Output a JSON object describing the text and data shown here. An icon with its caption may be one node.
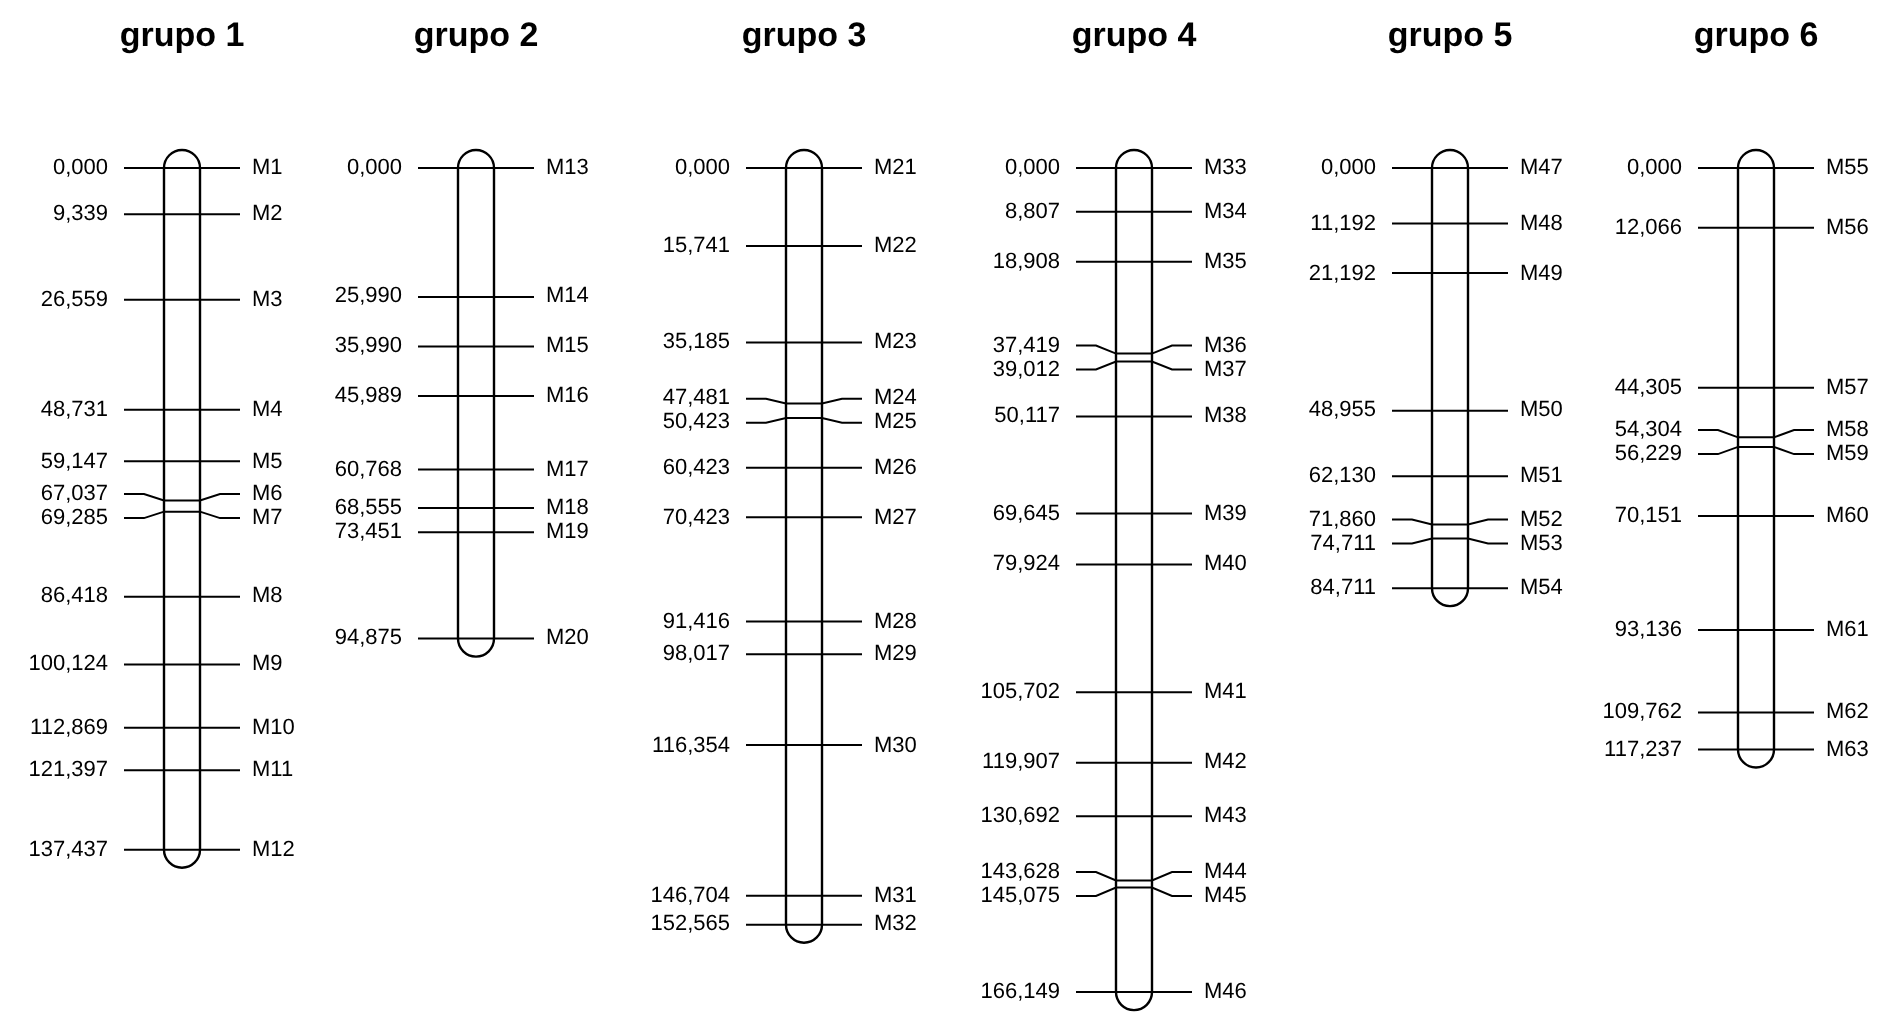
{
  "diagram": {
    "nodes": [
      {
        "text": [
          "grupo 1"
        ],
        "beside": [
          "0,000",
          "M1",
          "9,339",
          "M2",
          "26,559",
          "M3",
          "48,731",
          "M4",
          "59,147",
          "M5",
          "67,037",
          "M6",
          "69,285",
          "M7",
          "86,418",
          "M8",
          "100,124",
          "M9",
          "112,869",
          "M10",
          "121,397",
          "M11",
          "137,437",
          "M12"
        ]
      },
      {
        "text": [
          "grupo 2"
        ],
        "beside": [
          "0,000",
          "M13",
          "25,990",
          "M14",
          "35,990",
          "M15",
          "45,989",
          "M16",
          "60,768",
          "M17",
          "68,555",
          "M18",
          "73,451",
          "M19",
          "94,875",
          "M20"
        ]
      },
      {
        "text": [
          "grupo 3"
        ],
        "beside": [
          "0,000",
          "M21",
          "15,741",
          "M22",
          "35,185",
          "M23",
          "47,481",
          "M24",
          "50,423",
          "M25",
          "60,423",
          "M26",
          "70,423",
          "M27",
          "91,416",
          "M28",
          "98,017",
          "M29",
          "116,354",
          "M30",
          "146,704",
          "M31",
          "152,565",
          "M32"
        ]
      },
      {
        "text": [
          "grupo 4"
        ],
        "beside": [
          "0,000",
          "M33",
          "8,807",
          "M34",
          "18,908",
          "M35",
          "37,419",
          "M36",
          "39,012",
          "M37",
          "50,117",
          "M38",
          "69,645",
          "M39",
          "79,924",
          "M40",
          "105,702",
          "M41",
          "119,907",
          "M42",
          "130,692",
          "M43",
          "143,628",
          "M44",
          "145,075",
          "M45",
          "166,149",
          "M46"
        ]
      },
      {
        "text": [
          "grupo 5"
        ],
        "beside": [
          "0,000",
          "M47",
          "11,192",
          "M48",
          "21,192",
          "M49",
          "48,955",
          "M50",
          "62,130",
          "M51",
          "71,860",
          "M52",
          "74,711",
          "M53",
          "84,711",
          "M54"
        ]
      },
      {
        "text": [
          "grupo 6"
        ],
        "beside": [
          "0,000",
          "M55",
          "12,066",
          "M56",
          "44,305",
          "M57",
          "54,304",
          "M58",
          "56,229",
          "M59",
          "70,151",
          "M60",
          "93,136",
          "M61",
          "109,762",
          "M62",
          "117,237",
          "M63"
        ]
      }
    ]
  }
}
